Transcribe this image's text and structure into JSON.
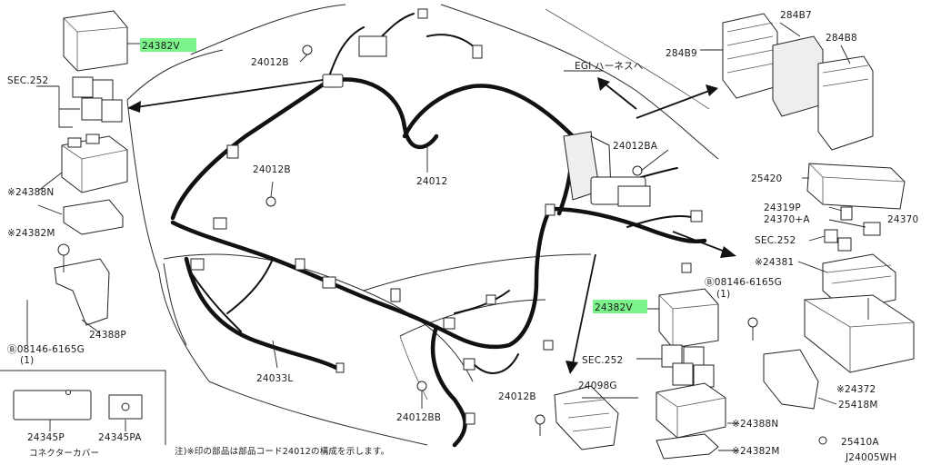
{
  "labels": {
    "p24382v_top": "24382V",
    "sec252_top": "SEC.252",
    "p24388n_left": "※24388N",
    "p24382m_left": "※24382M",
    "p24388p": "24388P",
    "bolt_left": "Ⓑ08146-6165G",
    "bolt_left_qty": "(1)",
    "p24012b_top": "24012B",
    "p24012b_mid": "24012B",
    "p24012": "24012",
    "egi": "EGI ハーネスへ",
    "p284b9": "284B9",
    "p284b7": "284B7",
    "p284b8": "284B8",
    "p24012ba": "24012BA",
    "p25420": "25420",
    "p24319p": "24319P",
    "p24370a": "24370+A",
    "p24370": "24370",
    "sec252_right": "SEC.252",
    "p24381": "※24381",
    "bolt_right": "Ⓑ08146-6165G",
    "bolt_right_qty": "(1)",
    "p24382v_bottom": "24382V",
    "sec252_bottom": "SEC.252",
    "p24098g": "24098G",
    "p24012b_bottom": "24012B",
    "p24372": "※24372",
    "p25418m": "25418M",
    "p24388n_bottom": "※24388N",
    "p25410a": "25410A",
    "p24382m_bottom": "※24382M",
    "p24033l": "24033L",
    "p24012bb": "24012BB",
    "p24345p": "24345P",
    "p24345pa": "24345PA",
    "connector_cover": "コネクターカバー",
    "note": "注)※印の部品は部品コード24012の構成を示します。",
    "diagram_id": "J24005WH"
  },
  "colors": {
    "highlight": "#7cf28a",
    "ink": "#111111"
  }
}
